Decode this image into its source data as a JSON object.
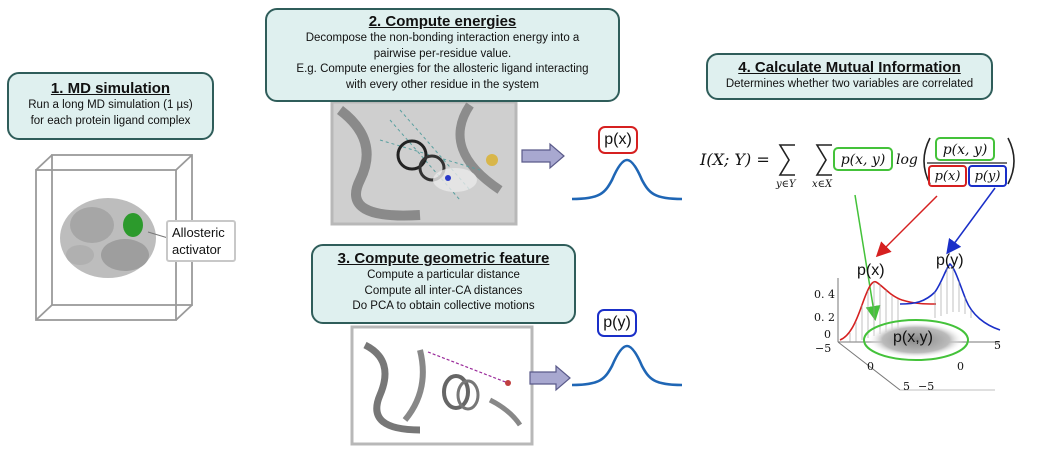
{
  "step1": {
    "title": "1. MD simulation",
    "lines": [
      "Run a long MD simulation (1 µs)",
      "for each protein ligand complex"
    ]
  },
  "step2": {
    "title": "2. Compute energies",
    "lines": [
      "Decompose the non-bonding interaction energy into a",
      "pairwise per-residue value.",
      "E.g. Compute energies for the allosteric ligand interacting",
      "with every other residue in the system"
    ]
  },
  "step3": {
    "title": "3. Compute geometric feature",
    "lines": [
      "Compute a particular distance",
      "Compute all inter-CA distances",
      "Do PCA to obtain collective motions"
    ]
  },
  "step4": {
    "title": "4. Calculate Mutual Information",
    "lines": [
      "Determines whether two variables are correlated"
    ]
  },
  "allosteric_label": [
    "Allosteric",
    "activator"
  ],
  "px_label": "p(x)",
  "py_label": "p(y)",
  "formula": {
    "lhs": "I(X; Y) =",
    "sum_y_sub": "y∈Y",
    "sum_x_sub": "x∈X",
    "pxy": "p(x, y)",
    "log": "log",
    "num": "p(x, y)",
    "den_x": "p(x)",
    "den_y": "p(y)"
  },
  "plot": {
    "px_label": "p(x)",
    "py_label": "p(y)",
    "pxy_label": "p(x,y)",
    "z_ticks": [
      "0. 4",
      "0. 2",
      "0"
    ],
    "x_ticks": [
      "−5",
      "0",
      "5"
    ],
    "y_ticks": [
      "−5",
      "0",
      "5"
    ],
    "bottom_ticks": [
      "5",
      "−5"
    ]
  },
  "colors": {
    "box_fill": "#dff0ef",
    "box_border": "#2f5d5a",
    "red": "#d62020",
    "green": "#44c23a",
    "blue": "#1a2fc8",
    "curve_blue": "#1f66b5"
  }
}
